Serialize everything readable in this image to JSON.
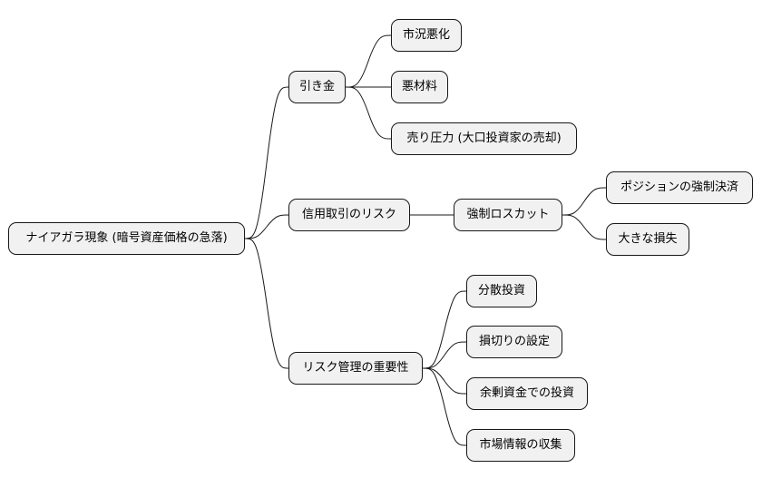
{
  "mindmap": {
    "root": {
      "label": "ナイアガラ現象 (暗号資産価格の急落)"
    },
    "branches": [
      {
        "label": "引き金",
        "children": [
          {
            "label": "市況悪化"
          },
          {
            "label": "悪材料"
          },
          {
            "label": "売り圧力 (大口投資家の売却)"
          }
        ]
      },
      {
        "label": "信用取引のリスク",
        "children": [
          {
            "label": "強制ロスカット",
            "children": [
              {
                "label": "ポジションの強制決済"
              },
              {
                "label": "大きな損失"
              }
            ]
          }
        ]
      },
      {
        "label": "リスク管理の重要性",
        "children": [
          {
            "label": "分散投資"
          },
          {
            "label": "損切りの設定"
          },
          {
            "label": "余剰資金での投資"
          },
          {
            "label": "市場情報の収集"
          }
        ]
      }
    ]
  },
  "colors": {
    "node_fill": "#f1f1f1",
    "border": "#181818",
    "line": "#181818"
  }
}
